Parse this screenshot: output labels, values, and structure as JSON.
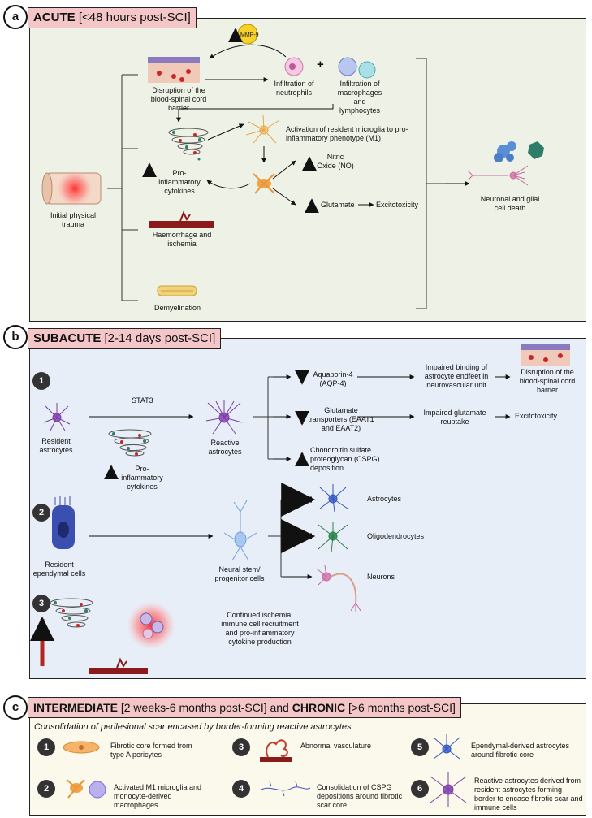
{
  "panel_a": {
    "badge": "a",
    "header_bold": "ACUTE",
    "header_rest": " [<48 hours post-SCI]",
    "initial_trauma": "Initial physical trauma",
    "mmp9": "MMP-9",
    "bscb_disruption": "Disruption of the blood-spinal cord barrier",
    "neutrophils": "Infiltration of neutrophils",
    "plus": "+",
    "macrophages": "Infiltration of macrophages and lymphocytes",
    "microglia_activation": "Activation of resident microglia to pro-inflammatory phenotype (M1)",
    "cytokines": "Pro-inflammatory cytokines",
    "nitric_oxide": "Nitric Oxide (NO)",
    "glutamate": "Glutamate",
    "excitotoxicity": "Excitotoxicity",
    "haemorrhage": "Haemorrhage and ischemia",
    "demyelination": "Demyelination",
    "cell_death": "Neuronal and glial cell death"
  },
  "panel_b": {
    "badge": "b",
    "header_bold": "SUBACUTE",
    "header_rest": " [2-14 days post-SCI]",
    "step1": "1",
    "resident_astrocytes": "Resident astrocytes",
    "stat3": "STAT3",
    "cytokines": "Pro-inflammatory cytokines",
    "reactive_astrocytes": "Reactive astrocytes",
    "aqp4": "Aquaporin-4 (AQP-4)",
    "glut_transporters": "Glutamate transporters (EAAT1 and EAAT2)",
    "cspg": "Chondroitin sulfate proteoglycan (CSPG) deposition",
    "impaired_binding": "Impaired binding of astrocyte endfeet in neurovascular unit",
    "impaired_reuptake": "Impaired glutamate reuptake",
    "bscb_disruption": "Disruption of the blood-spinal cord barrier",
    "excitotoxicity": "Excitotoxicity",
    "step2": "2",
    "ependymal": "Resident ependymal cells",
    "nspc": "Neural stem/ progenitor cells",
    "astrocytes": "Astrocytes",
    "oligodendrocytes": "Oligodendrocytes",
    "neurons": "Neurons",
    "step3": "3",
    "continued": "Continued ischemia, immune cell recruitment and pro-inflammatory cytokine production"
  },
  "panel_c": {
    "badge": "c",
    "header_bold1": "INTERMEDIATE",
    "header_mid": " [2 weeks-6 months post-SCI] and ",
    "header_bold2": "CHRONIC",
    "header_rest": " [>6 months post-SCI]",
    "subtitle": "Consolidation of perilesional scar encased by border-forming reactive astrocytes",
    "items": [
      {
        "num": "1",
        "text": "Fibrotic core formed from type A pericytes"
      },
      {
        "num": "2",
        "text": "Activated M1 microglia and monocyte-derived macrophages"
      },
      {
        "num": "3",
        "text": "Abnormal vasculature"
      },
      {
        "num": "4",
        "text": "Consolidation of CSPG depositions around fibrotic scar core"
      },
      {
        "num": "5",
        "text": "Ependymal-derived astrocytes around fibrotic core"
      },
      {
        "num": "6",
        "text": "Reactive astrocytes derived from resident astrocytes forming border to encase fibrotic scar and immune cells"
      }
    ]
  },
  "colors": {
    "panel_a_bg": "#eef2e6",
    "panel_b_bg": "#e8eef8",
    "panel_c_bg": "#fbf8ec",
    "header_bg": "#f4c6c8",
    "up_arrow": "#b3261e",
    "astrocyte": "#7a3fa0",
    "microglia": "#e8a64a"
  }
}
